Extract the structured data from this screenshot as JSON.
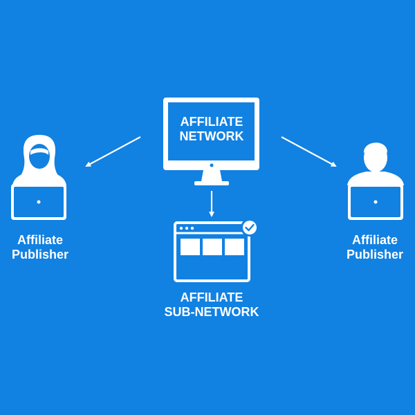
{
  "background_color": "#1181e2",
  "foreground_color": "#ffffff",
  "nodes": {
    "affiliate_network": {
      "line1": "AFFILIATE",
      "line2": "NETWORK",
      "icon": "desktop-monitor-icon"
    },
    "sub_network": {
      "line1": "AFFILIATE",
      "line2": "SUB-NETWORK",
      "icon": "browser-window-check-icon"
    },
    "publisher_left": {
      "line1": "Affiliate",
      "line2": "Publisher",
      "icon": "female-user-laptop-icon"
    },
    "publisher_right": {
      "line1": "Affiliate",
      "line2": "Publisher",
      "icon": "male-user-laptop-icon"
    }
  },
  "connections": [
    {
      "from": "affiliate_network",
      "to": "publisher_left"
    },
    {
      "from": "affiliate_network",
      "to": "publisher_right"
    },
    {
      "from": "affiliate_network",
      "to": "sub_network"
    }
  ]
}
